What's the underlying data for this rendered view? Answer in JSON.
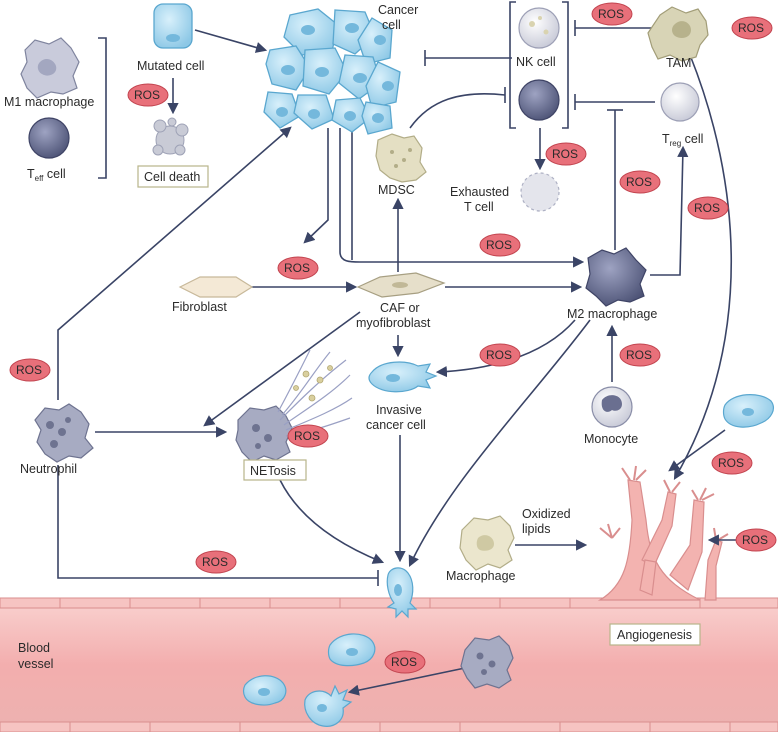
{
  "labels": {
    "cancer_cell": [
      "Cancer",
      "cell"
    ],
    "mutated_cell": "Mutated cell",
    "m1_macrophage": "M1 macrophage",
    "teff_cell": {
      "main": "T",
      "sub": "eff",
      "rest": " cell"
    },
    "cell_death": "Cell death",
    "nk_cell": "NK cell",
    "tam": "TAM",
    "treg_cell": {
      "main": "T",
      "sub": "reg",
      "rest": " cell"
    },
    "mdsc": "MDSC",
    "exhausted_t_cell": [
      "Exhausted",
      "T cell"
    ],
    "fibroblast": "Fibroblast",
    "caf": [
      "CAF or",
      "myofibroblast"
    ],
    "m2_macrophage": "M2 macrophage",
    "invasive_cancer_cell": [
      "Invasive",
      "cancer cell"
    ],
    "monocyte": "Monocyte",
    "neutrophil": "Neutrophil",
    "netosis": "NETosis",
    "oxidized_lipids": [
      "Oxidized",
      "lipids"
    ],
    "macrophage": "Macrophage",
    "blood_vessel": [
      "Blood",
      "vessel"
    ],
    "angiogenesis": "Angiogenesis"
  },
  "ros_label": "ROS",
  "colors": {
    "arrow": "#3a4466",
    "ros_fill": "#e8707a",
    "ros_stroke": "#c2444f",
    "cancer_fill": "#a9d8ee",
    "cancer_stroke": "#5aa7cf",
    "vessel_fill": "#f4b9b9",
    "vessel_stroke": "#d98e8e",
    "dark_cell": "#5c6284",
    "neutrophil": "#a7abc2",
    "macrophage_light": "#e8e2c8",
    "box_stroke": "#b8b58a"
  }
}
